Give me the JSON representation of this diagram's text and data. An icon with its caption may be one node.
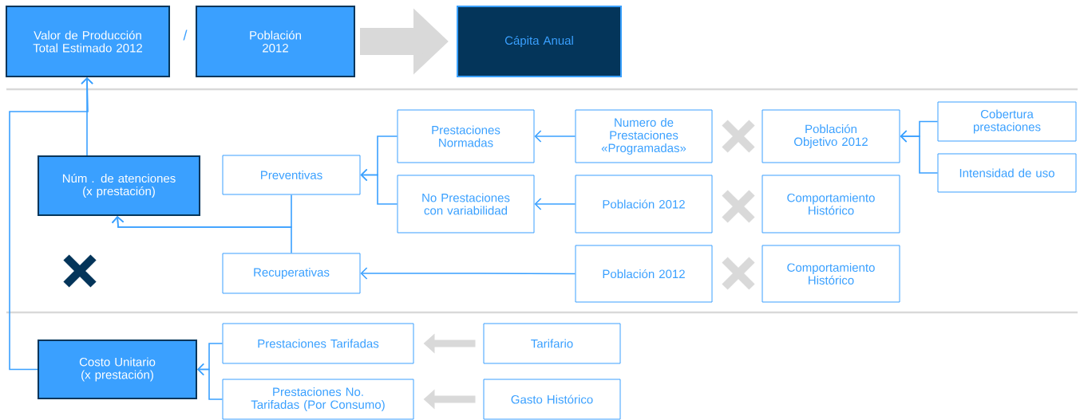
{
  "diagram": {
    "nodes": [
      {
        "text": [
          "Valor de Producción Total Estimado 2012"
        ]
      },
      {
        "text": [
          "Población 2012"
        ]
      },
      {
        "text": [
          "Cápita Anual"
        ]
      },
      {
        "text": [
          "Núm . de atenciones (x prestación)"
        ]
      },
      {
        "text": [
          "Preventivas"
        ]
      },
      {
        "text": [
          "Prestaciones Normadas"
        ]
      },
      {
        "text": [
          "No Prestaciones con variabilidad"
        ]
      },
      {
        "text": [
          "Numero de Prestaciones «Programadas»"
        ]
      },
      {
        "text": [
          "Población Objetivo 2012"
        ]
      },
      {
        "text": [
          "Cobertura prestaciones"
        ]
      },
      {
        "text": [
          "Intensidad de uso"
        ]
      },
      {
        "text": [
          "Población 2012"
        ]
      },
      {
        "text": [
          "Comportamiento Histórico"
        ]
      },
      {
        "text": [
          "Recuperativas"
        ]
      },
      {
        "text": [
          "Población 2012"
        ]
      },
      {
        "text": [
          "Comportamiento Histórico"
        ]
      },
      {
        "text": [
          "Costo Unitario (x prestación)"
        ]
      },
      {
        "text": [
          "Prestaciones Tarifadas"
        ]
      },
      {
        "text": [
          "Prestaciones No. Tarifadas (Por Consumo)"
        ]
      },
      {
        "text": [
          "Tarifario"
        ]
      },
      {
        "text": [
          "Gasto Histórico"
        ]
      }
    ],
    "edges": [
      {
        "from": 3,
        "to": 0,
        "arrow": "to"
      },
      {
        "from": 16,
        "to": 0,
        "arrow": "to"
      },
      {
        "from": 4,
        "to": 3,
        "arrow": "to"
      },
      {
        "from": 13,
        "to": 3,
        "arrow": "to"
      },
      {
        "from": 5,
        "to": 4,
        "arrow": "to"
      },
      {
        "from": 6,
        "to": 4,
        "arrow": "to"
      },
      {
        "from": 7,
        "to": 5,
        "arrow": "to"
      },
      {
        "from": 11,
        "to": 6,
        "arrow": "to"
      },
      {
        "from": 14,
        "to": 13,
        "arrow": "to"
      },
      {
        "from": 9,
        "to": 8,
        "arrow": "to"
      },
      {
        "from": 10,
        "to": 8,
        "arrow": "to"
      },
      {
        "from": 17,
        "to": 16,
        "arrow": "to"
      },
      {
        "from": 18,
        "to": 16,
        "arrow": "to"
      },
      {
        "from": 19,
        "to": 17,
        "arrow": "to",
        "style": "thick",
        "color": "#d9d9d9"
      },
      {
        "from": 20,
        "to": 18,
        "arrow": "to",
        "style": "thick",
        "color": "#d9d9d9"
      },
      {
        "from": 1,
        "to": 2,
        "arrow": "to",
        "style": "thick",
        "color": "#d9d9d9"
      }
    ],
    "labels": [
      "/"
    ]
  }
}
